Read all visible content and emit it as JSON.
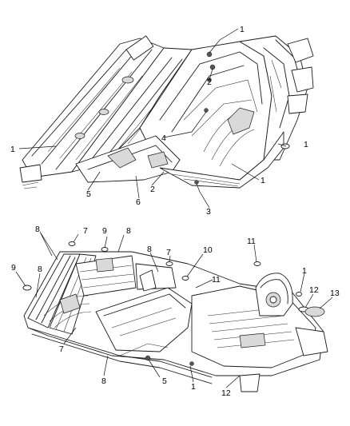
{
  "diagram": {
    "upper_view": {
      "callouts": [
        {
          "id": "u1a",
          "text": "1"
        },
        {
          "id": "u2a",
          "text": "2"
        },
        {
          "id": "u4",
          "text": "4"
        },
        {
          "id": "u1b",
          "text": "1"
        },
        {
          "id": "u1c",
          "text": "1"
        },
        {
          "id": "u1d",
          "text": "1"
        },
        {
          "id": "u5",
          "text": "5"
        },
        {
          "id": "u6",
          "text": "6"
        },
        {
          "id": "u2b",
          "text": "2"
        },
        {
          "id": "u3",
          "text": "3"
        }
      ]
    },
    "lower_view": {
      "callouts": [
        {
          "id": "l8a",
          "text": "8"
        },
        {
          "id": "l7a",
          "text": "7"
        },
        {
          "id": "l9a",
          "text": "9"
        },
        {
          "id": "l8b",
          "text": "8"
        },
        {
          "id": "l11a",
          "text": "11"
        },
        {
          "id": "l8c",
          "text": "8"
        },
        {
          "id": "l7b",
          "text": "7"
        },
        {
          "id": "l10",
          "text": "10"
        },
        {
          "id": "l9b",
          "text": "9"
        },
        {
          "id": "l8d",
          "text": "8"
        },
        {
          "id": "l11b",
          "text": "11"
        },
        {
          "id": "l1a",
          "text": "1"
        },
        {
          "id": "l12a",
          "text": "12"
        },
        {
          "id": "l13",
          "text": "13"
        },
        {
          "id": "l7c",
          "text": "7"
        },
        {
          "id": "l8e",
          "text": "8"
        },
        {
          "id": "l5",
          "text": "5"
        },
        {
          "id": "l1b",
          "text": "1"
        },
        {
          "id": "l12b",
          "text": "12"
        }
      ]
    }
  }
}
